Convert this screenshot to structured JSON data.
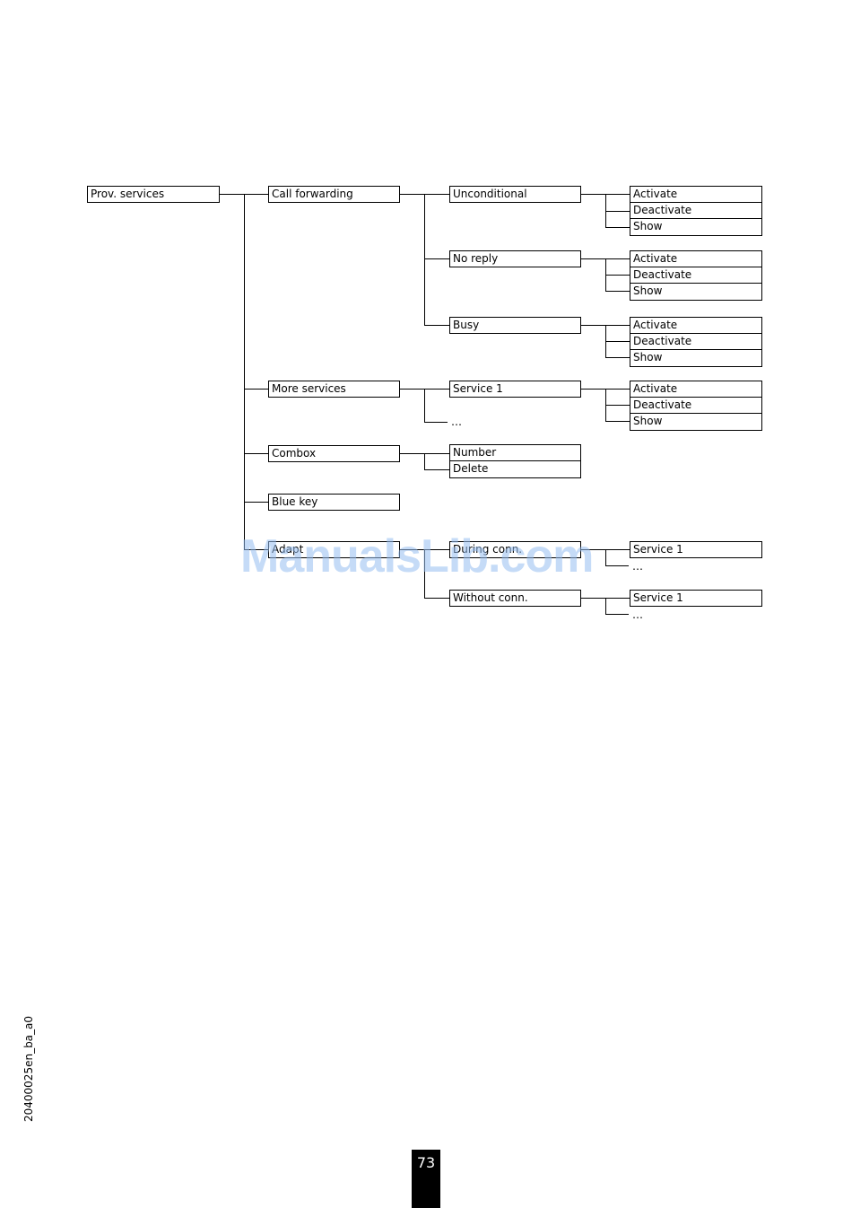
{
  "menu": {
    "root": "Prov. services",
    "call_forwarding": {
      "label": "Call forwarding",
      "unconditional": {
        "label": "Unconditional",
        "options": [
          "Activate",
          "Deactivate",
          "Show"
        ]
      },
      "no_reply": {
        "label": "No reply",
        "options": [
          "Activate",
          "Deactivate",
          "Show"
        ]
      },
      "busy": {
        "label": "Busy",
        "options": [
          "Activate",
          "Deactivate",
          "Show"
        ]
      }
    },
    "more_services": {
      "label": "More services",
      "service1": {
        "label": "Service 1",
        "options": [
          "Activate",
          "Deactivate",
          "Show"
        ]
      },
      "more": "…"
    },
    "combox": {
      "label": "Combox",
      "options": [
        "Number",
        "Delete"
      ]
    },
    "blue_key": {
      "label": "Blue key"
    },
    "adapt": {
      "label": "Adapt",
      "during_conn": {
        "label": "During conn.",
        "service1": "Service 1",
        "more": "…"
      },
      "without_conn": {
        "label": "Without conn.",
        "service1": "Service 1",
        "more": "…"
      }
    }
  },
  "watermark": "ManualsLib.com",
  "footer": {
    "doc_code": "20400025en_ba_a0",
    "page_number": "73"
  }
}
